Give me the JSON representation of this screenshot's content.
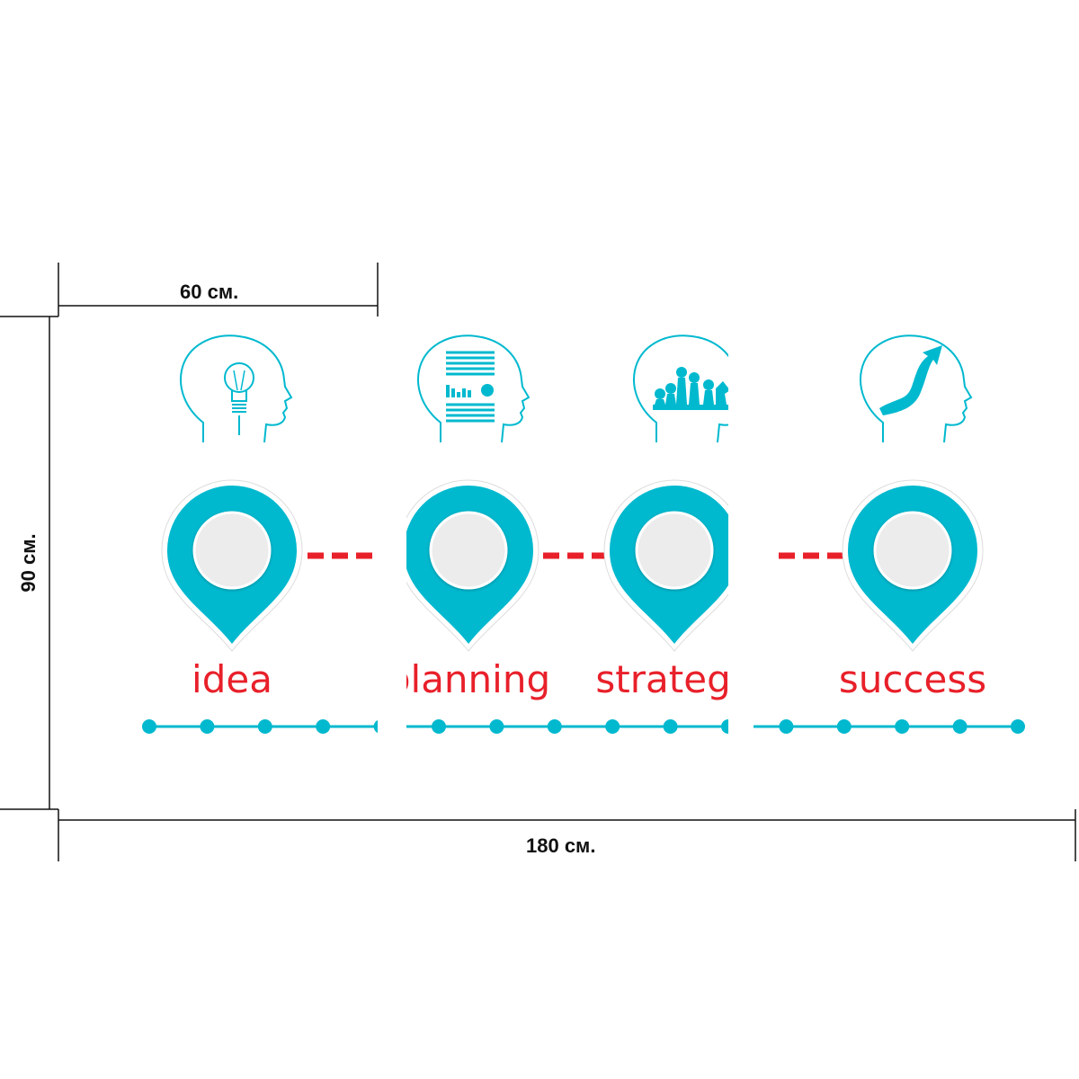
{
  "dimensions": {
    "panel_width_label": "60 см.",
    "total_width_label": "180 см.",
    "height_label": "90 см."
  },
  "colors": {
    "accent": "#00b9cf",
    "label": "#e8202a",
    "connector": "#e8202a",
    "pin_center": "#ececec",
    "dimension_lines": "#111111"
  },
  "stages": [
    {
      "label": "idea",
      "icon": "head-lightbulb-icon"
    },
    {
      "label": "planning",
      "icon": "head-document-chart-icon"
    },
    {
      "label": "strategy",
      "icon": "head-chess-pieces-icon"
    },
    {
      "label": "success",
      "icon": "head-rising-arrow-icon"
    }
  ],
  "timeline": {
    "dots": 16
  }
}
